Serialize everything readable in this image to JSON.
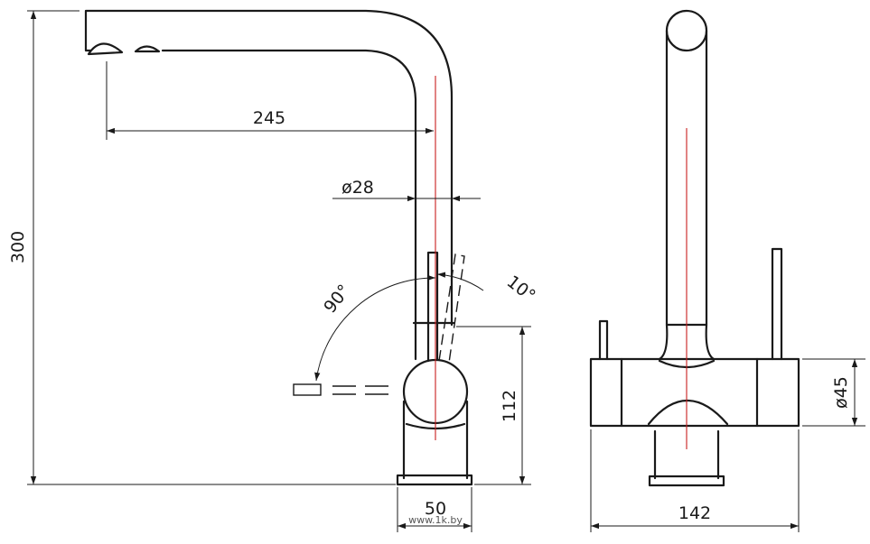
{
  "side_view": {
    "dim_spout_reach": "245",
    "dim_spout_diameter": "ø28",
    "dim_total_height": "300",
    "dim_body_height": "112",
    "dim_base_width": "50",
    "angle_lever_swing": "90°",
    "angle_lever_tilt": "10°"
  },
  "front_view": {
    "dim_body_diameter": "ø45",
    "dim_total_width": "142"
  },
  "watermark": "www.1k.by",
  "colors": {
    "line": "#1a1a1a",
    "axis": "#c81e1e",
    "background": "#ffffff"
  }
}
